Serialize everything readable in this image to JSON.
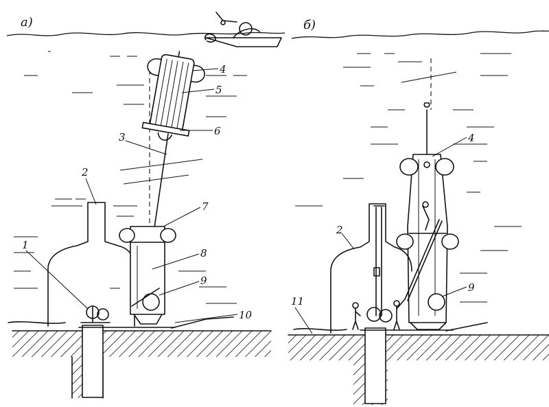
{
  "panels": [
    {
      "id": "a",
      "label": "a)",
      "callouts": [
        "1",
        "2",
        "3",
        "4",
        "5",
        "6",
        "7",
        "8",
        "9",
        "10"
      ]
    },
    {
      "id": "b",
      "label": "б)",
      "callouts": [
        "2",
        "4",
        "9",
        "11"
      ]
    }
  ]
}
